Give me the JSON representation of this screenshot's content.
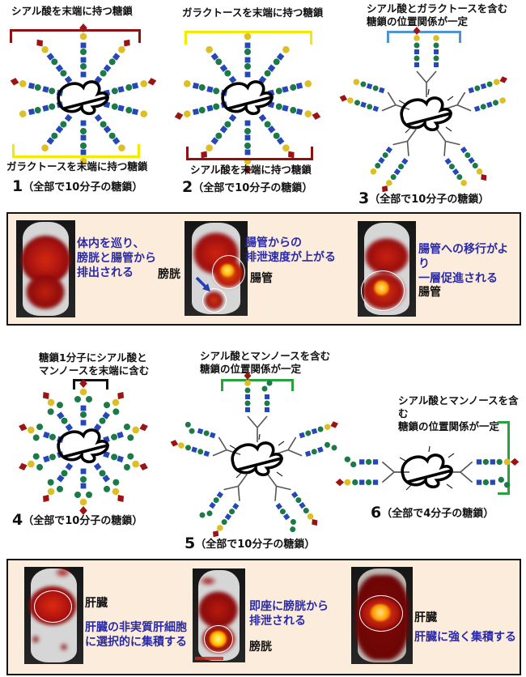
{
  "colors": {
    "sialic_acid_red": "#9c1313",
    "galactose_yellow": "#ddbf25",
    "mannose_green": "#1b7a48",
    "glcnac_blue": "#2547b8",
    "bracket_red": "#8e1212",
    "bracket_yellow": "#f3ea00",
    "bracket_blue": "#4f93d6",
    "bracket_green": "#27a23d",
    "bracket_black": "#111111",
    "note_text_blue": "#2a2aa8",
    "panel_background": "#fcecdb"
  },
  "diagram1": {
    "top_label": "シアル酸を末端に持つ糖鎖",
    "bottom_label": "ガラクトースを末端に持つ糖鎖",
    "number": "1",
    "caption": "（全部で10分子の糖鎖）"
  },
  "diagram2": {
    "top_label": "ガラクトースを末端に持つ糖鎖",
    "bottom_label": "シアル酸を末端に持つ糖鎖",
    "number": "2",
    "caption": "（全部で10分子の糖鎖）"
  },
  "diagram3": {
    "label": "シアル酸とガラクトースを含む\n糖鎖の位置関係が一定",
    "number": "3",
    "caption": "（全部で10分子の糖鎖）"
  },
  "diagram4": {
    "label": "糖鎖1分子にシアル酸と\nマンノースを末端に含む",
    "number": "4",
    "caption": "（全部で10分子の糖鎖）"
  },
  "diagram5": {
    "label": "シアル酸とマンノースを含む\n糖鎖の位置関係が一定",
    "number": "5",
    "caption": "（全部で10分子の糖鎖）"
  },
  "diagram6": {
    "label": "シアル酸とマンノースを含む\n糖鎖の位置関係が一定",
    "number": "6",
    "caption": "（全部で4分子の糖鎖）"
  },
  "panel1": {
    "mouse1_note": "体内を巡り、\n膀胱と腸管から\n排出される",
    "mouse2_left_organ": "膀胱",
    "mouse2_note": "腸管からの\n排泄速度が上がる",
    "mouse2_right_organ": "腸管",
    "mouse3_note": "腸管への移行がより\n一層促進される",
    "mouse3_organ": "腸管"
  },
  "panel2": {
    "mouse1_organ": "肝臓",
    "mouse1_note": "肝臓の非実質肝細胞\nに選択的に集積する",
    "mouse2_note": "即座に膀胱から\n排泄される",
    "mouse2_organ": "膀胱",
    "mouse3_organ": "肝臓",
    "mouse3_note": "肝臓に強く集積する"
  }
}
